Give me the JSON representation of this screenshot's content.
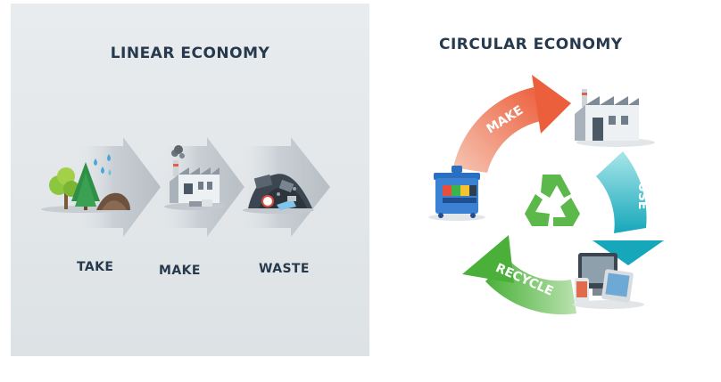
{
  "linear": {
    "title": "LINEAR ECONOMY",
    "steps": [
      "TAKE",
      "MAKE",
      "WASTE"
    ]
  },
  "circular": {
    "title": "CIRCULAR ECONOMY",
    "stages": [
      "MAKE",
      "USE",
      "RECYCLE"
    ]
  },
  "colors": {
    "title_text": "#26394d",
    "arrow_make": "#ef6f4b",
    "arrow_use": "#21b3c4",
    "arrow_recycle": "#5cb84a",
    "recycle_symbol": "#5cb84a",
    "linear_arrow": "#bcc4ca",
    "linear_bg": "#e4e8eb"
  }
}
